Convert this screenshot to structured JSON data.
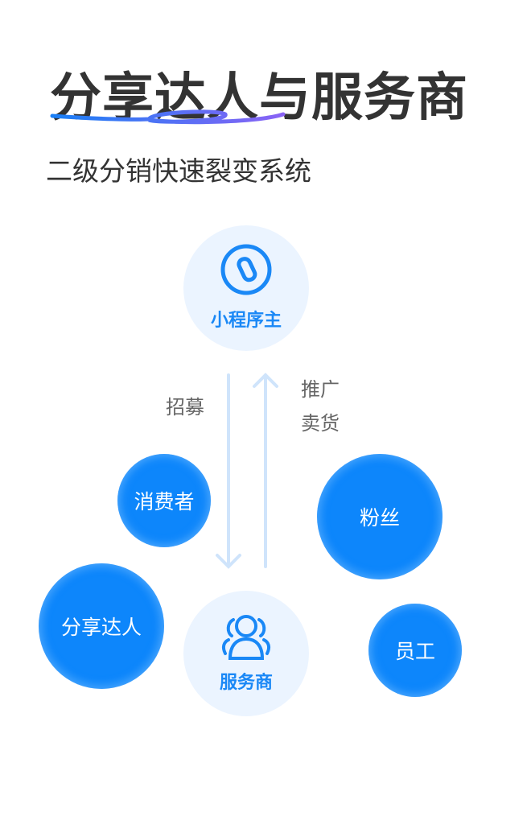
{
  "title": "分享达人与服务商",
  "subtitle": "二级分销快速裂变系统",
  "top_node": {
    "label": "小程序主",
    "icon": "mini-program-icon"
  },
  "bottom_node": {
    "label": "服务商",
    "icon": "users-icon"
  },
  "arrow_down_label": "招募",
  "arrow_up_label": [
    "推广",
    "卖货"
  ],
  "bubbles": [
    "消费者",
    "粉丝",
    "分享达人",
    "员工"
  ],
  "colors": {
    "accent": "#0d86fb",
    "light": "#ebf4ff",
    "text": "#333333"
  }
}
